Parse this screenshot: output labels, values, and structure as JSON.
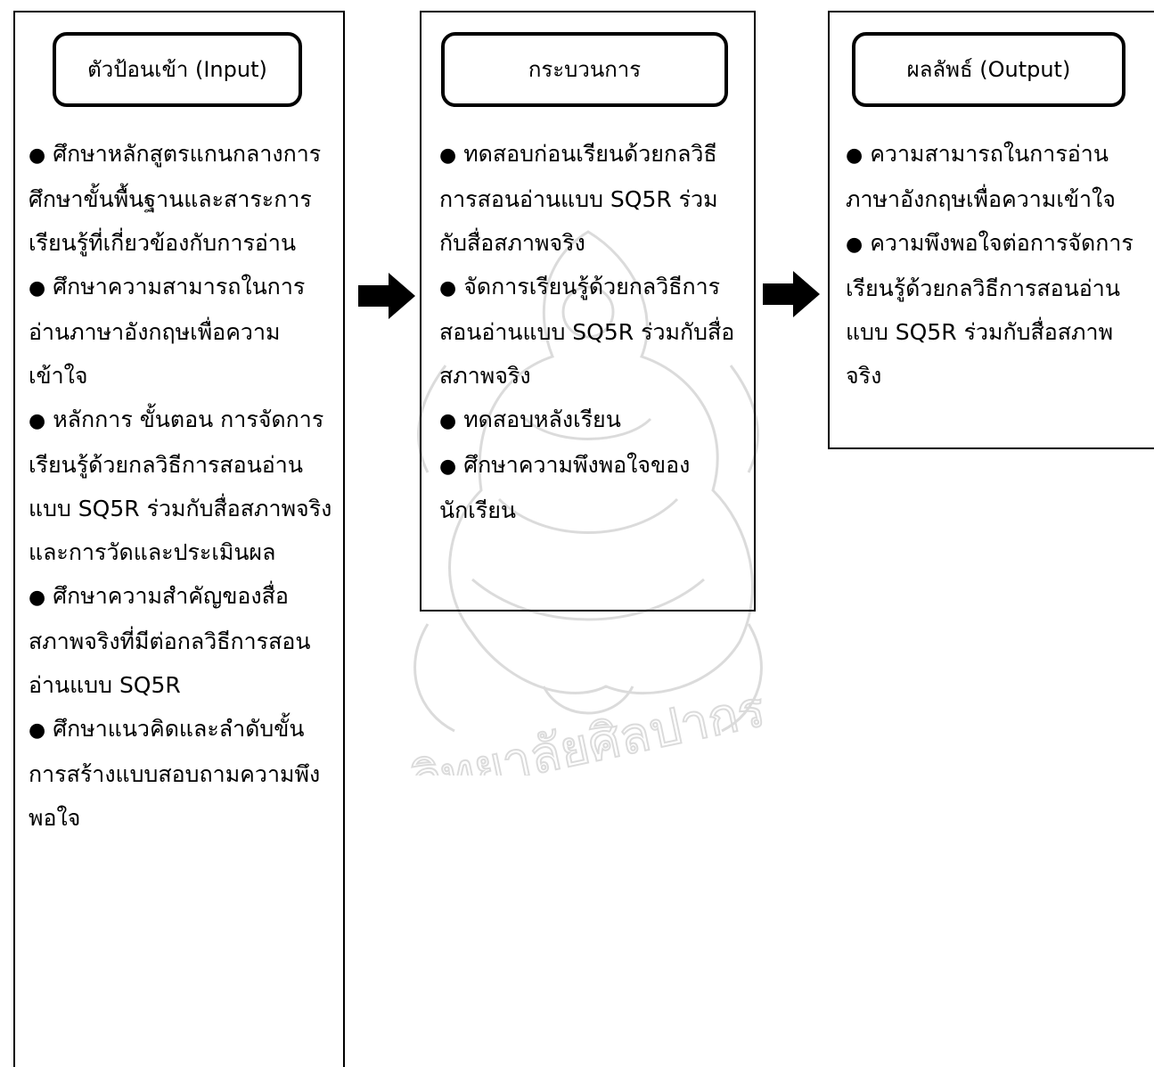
{
  "input": {
    "title": "ตัวป้อนเข้า (Input)",
    "items": [
      "ศึกษาหลักสูตรแกนกลางการศึกษาขั้นพื้นฐานและสาระการเรียนรู้ที่เกี่ยวข้องกับการอ่าน",
      "ศึกษาความสามารถในการอ่านภาษาอังกฤษเพื่อความเข้าใจ",
      "หลักการ ขั้นตอน การจัดการเรียนรู้ด้วยกลวิธีการสอนอ่านแบบ SQ5R ร่วมกับสื่อสภาพจริง และการวัดและประเมินผล",
      "ศึกษาความสำคัญของสื่อสภาพจริงที่มีต่อกลวิธีการสอนอ่านแบบ SQ5R",
      "ศึกษาแนวคิดและลำดับขั้นการสร้างแบบสอบถามความพึงพอใจ"
    ]
  },
  "process": {
    "title": "กระบวนการ",
    "items": [
      "ทดสอบก่อนเรียนด้วยกลวิธีการสอนอ่านแบบ SQ5R ร่วมกับสื่อสภาพจริง",
      "จัดการเรียนรู้ด้วยกลวิธีการสอนอ่านแบบ SQ5R ร่วมกับสื่อสภาพจริง",
      "ทดสอบหลังเรียน",
      "ศึกษาความพึงพอใจของนักเรียน"
    ]
  },
  "output": {
    "title": "ผลลัพธ์ (Output)",
    "items": [
      "ความสามารถในการอ่านภาษาอังกฤษเพื่อความเข้าใจ",
      "ความพึงพอใจต่อการจัดการเรียนรู้ด้วยกลวิธีการสอนอ่านแบบ SQ5R ร่วมกับสื่อสภาพจริง"
    ]
  },
  "watermark": {
    "text": "วิทยาลัยศิลปากร"
  },
  "colors": {
    "line": "#000000",
    "watermark": "#9a9a9a"
  }
}
